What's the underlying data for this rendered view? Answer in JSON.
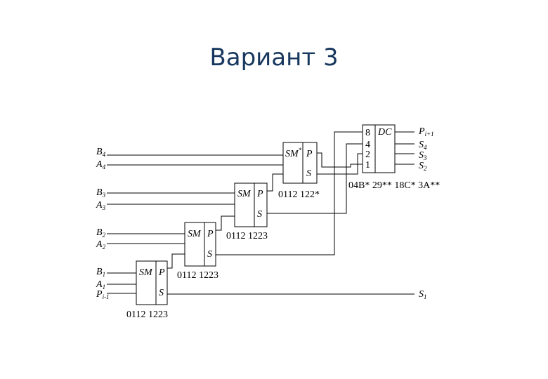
{
  "slide": {
    "title": "Вариант 3"
  },
  "circuit": {
    "adders": [
      {
        "label": "SM",
        "mark": "*",
        "carry": "P",
        "sum": "S",
        "code": "0112 122*"
      },
      {
        "label": "SM",
        "mark": "",
        "carry": "P",
        "sum": "S",
        "code": "0112 1223"
      },
      {
        "label": "SM",
        "mark": "",
        "carry": "P",
        "sum": "S",
        "code": "0112 1223"
      },
      {
        "label": "SM",
        "mark": "",
        "carry": "P",
        "sum": "S",
        "code": "0112 1223"
      }
    ],
    "decoder": {
      "label": "DC",
      "weights": [
        "8",
        "4",
        "2",
        "1"
      ],
      "code": "04B* 29** 18C* 3A**"
    },
    "inputs": {
      "b4": {
        "main": "B",
        "sub": "4"
      },
      "a4": {
        "main": "A",
        "sub": "4"
      },
      "b3": {
        "main": "B",
        "sub": "3"
      },
      "a3": {
        "main": "A",
        "sub": "3"
      },
      "b2": {
        "main": "B",
        "sub": "2"
      },
      "a2": {
        "main": "A",
        "sub": "2"
      },
      "b1": {
        "main": "B",
        "sub": "1"
      },
      "a1": {
        "main": "A",
        "sub": "1"
      },
      "p0": {
        "main": "P",
        "sub": "i-1"
      }
    },
    "outputs": {
      "p": {
        "main": "P",
        "sub": "i+1"
      },
      "s4": {
        "main": "S",
        "sub": "4"
      },
      "s3": {
        "main": "S",
        "sub": "3"
      },
      "s2": {
        "main": "S",
        "sub": "2"
      },
      "s1": {
        "main": "S",
        "sub": "1"
      }
    }
  }
}
